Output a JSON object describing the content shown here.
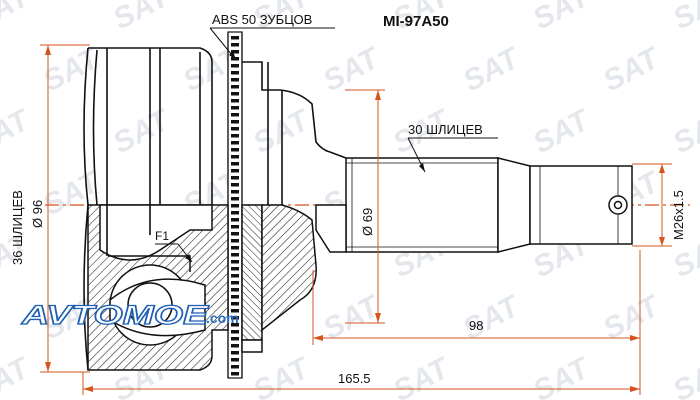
{
  "part_number": "MI-97A50",
  "labels": {
    "abs": "ABS 50 ЗУБЦОВ",
    "outer_splines": "30 ШЛИЦЕВ",
    "inner_splines": "36 ШЛИЦЕВ",
    "f1": "F1"
  },
  "dimensions": {
    "housing_diameter": "Ø 96",
    "seal_diameter": "Ø 69",
    "thread": "M26x1.5",
    "length_stub": "98",
    "length_total": "165.5"
  },
  "watermark": {
    "text": "SAT"
  },
  "logo": {
    "main": "AVTOMOE",
    "suffix": ".com"
  },
  "colors": {
    "dimension": "#d4541c",
    "outline": "#111111",
    "watermark": "#cfd5de",
    "logo": "#2b6cc4"
  }
}
